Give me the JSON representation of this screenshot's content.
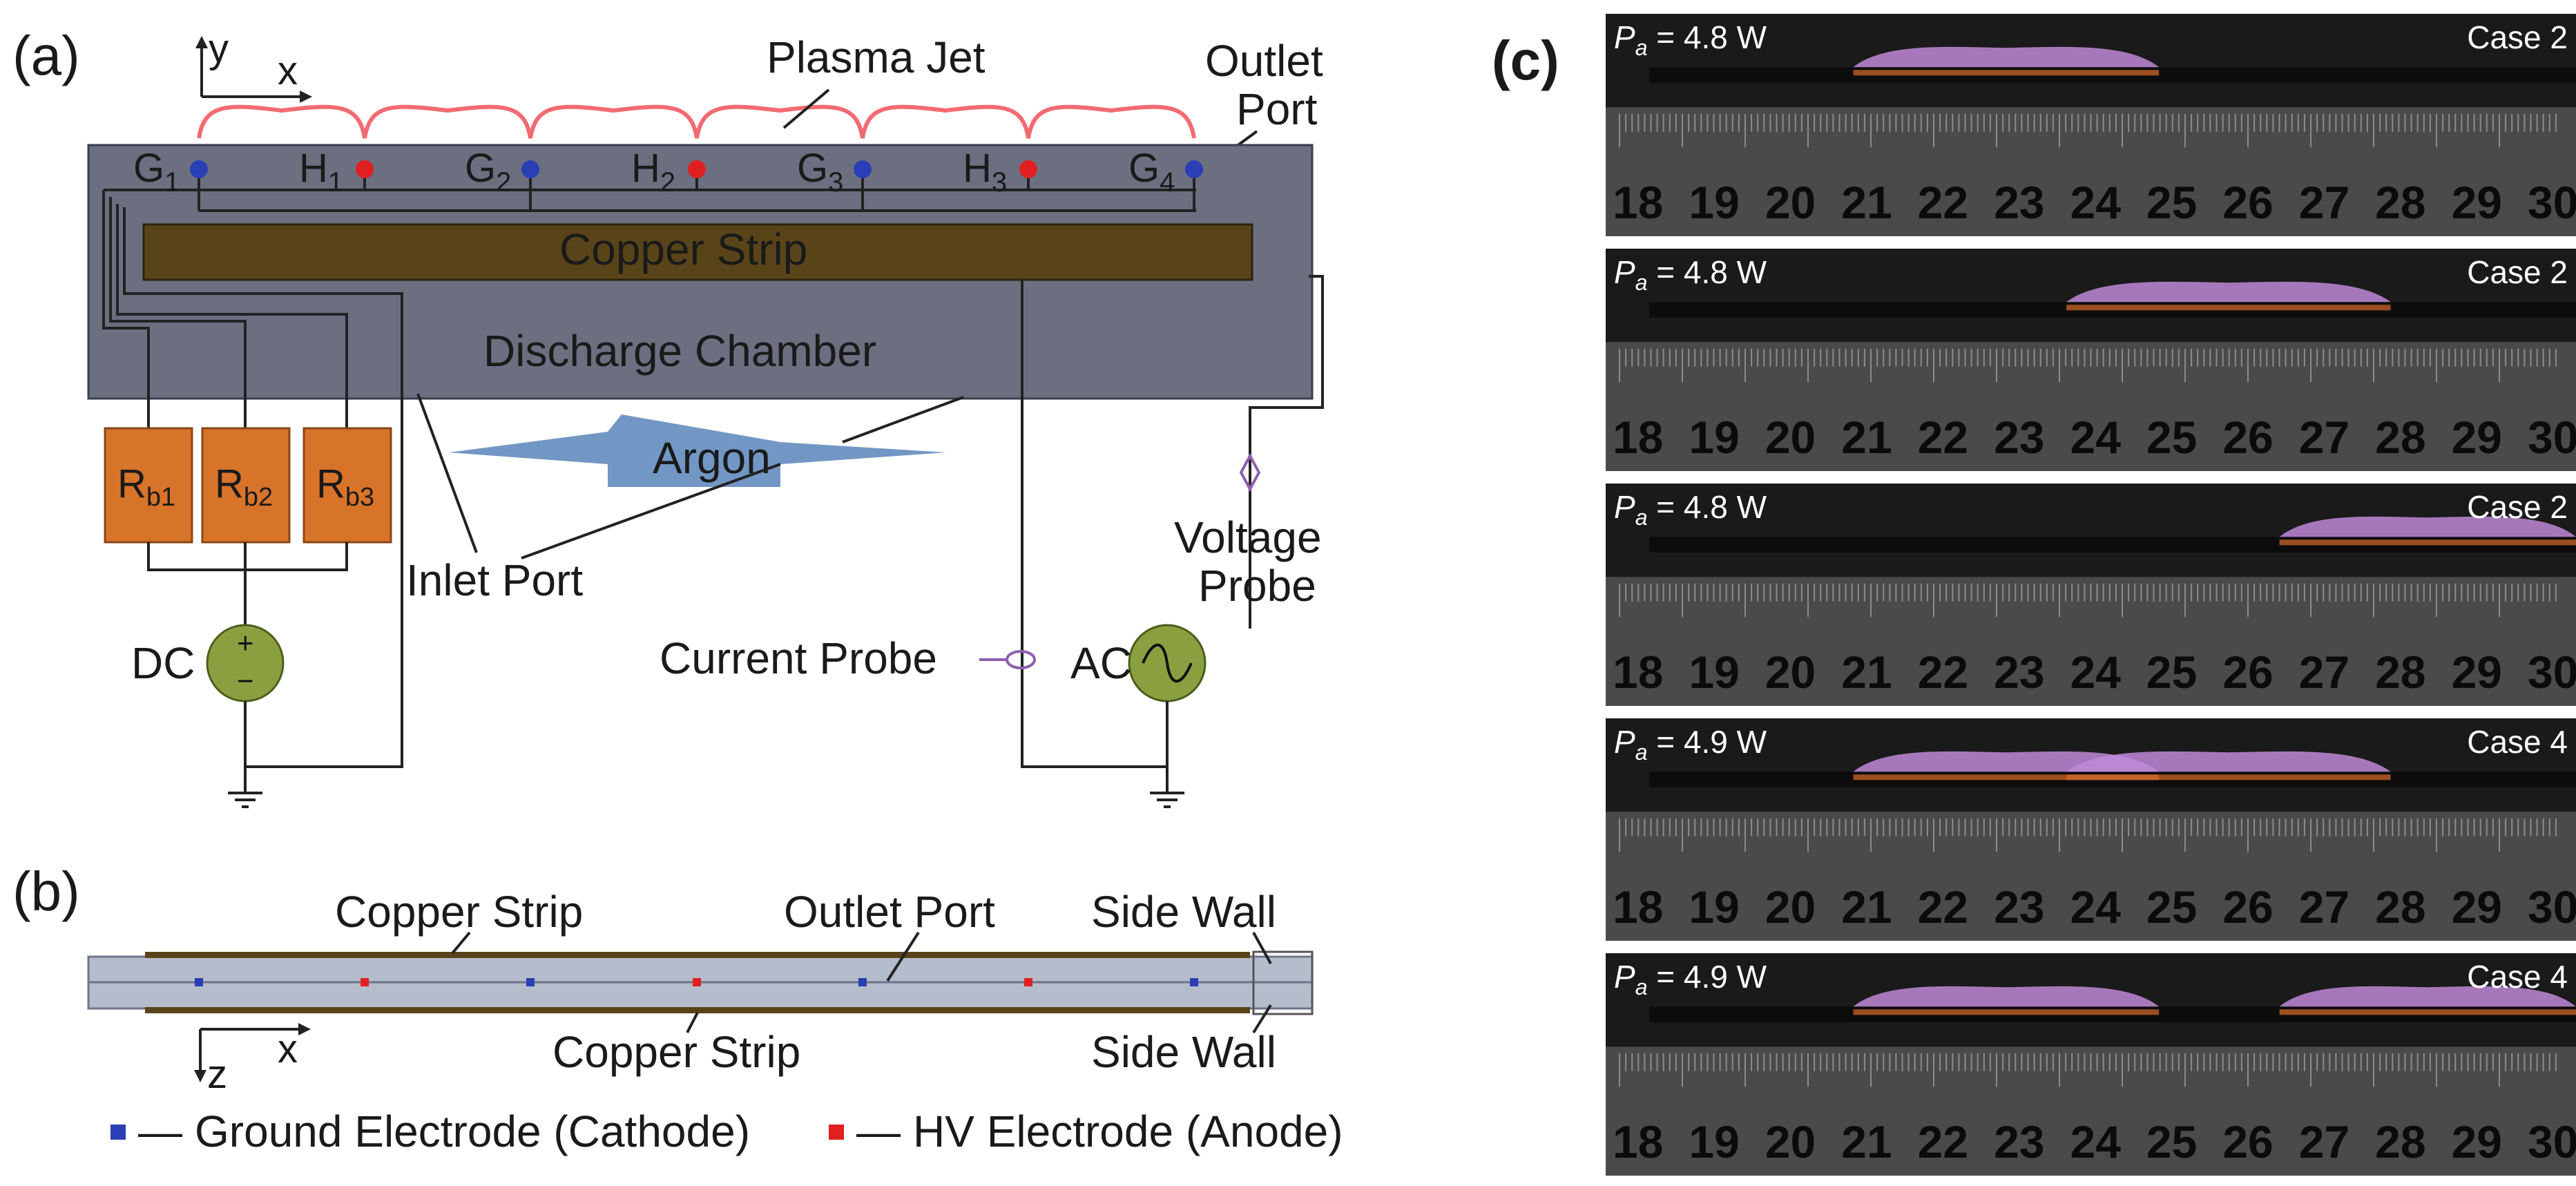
{
  "panels": {
    "a": {
      "label": "(a)",
      "axis_y": "y",
      "axis_x": "x",
      "plasma_jet": "Plasma Jet",
      "outlet_port": [
        "Outlet",
        "Port"
      ],
      "electrodes": [
        {
          "base": "G",
          "sub": "1",
          "color": "#2a3fb5",
          "type": "ground"
        },
        {
          "base": "H",
          "sub": "1",
          "color": "#e02020",
          "type": "hv"
        },
        {
          "base": "G",
          "sub": "2",
          "color": "#2a3fb5",
          "type": "ground"
        },
        {
          "base": "H",
          "sub": "2",
          "color": "#e02020",
          "type": "hv"
        },
        {
          "base": "G",
          "sub": "3",
          "color": "#2a3fb5",
          "type": "ground"
        },
        {
          "base": "H",
          "sub": "3",
          "color": "#e02020",
          "type": "hv"
        },
        {
          "base": "G",
          "sub": "4",
          "color": "#2a3fb5",
          "type": "ground"
        }
      ],
      "copper_strip": "Copper Strip",
      "discharge_chamber": "Discharge Chamber",
      "argon": "Argon",
      "resistors": [
        {
          "base": "R",
          "sub": "b1"
        },
        {
          "base": "R",
          "sub": "b2"
        },
        {
          "base": "R",
          "sub": "b3"
        }
      ],
      "inlet_port": "Inlet Port",
      "voltage_probe": [
        "Voltage",
        "Probe"
      ],
      "current_probe": "Current Probe",
      "dc_label": "DC",
      "ac_label": "AC",
      "dc_plus": "+",
      "dc_minus": "−"
    },
    "b": {
      "label": "(b)",
      "copper_strip_top": "Copper Strip",
      "outlet_port": "Outlet Port",
      "side_wall_top": "Side Wall",
      "copper_strip_bottom": "Copper Strip",
      "side_wall_bottom": "Side Wall",
      "axis_z": "z",
      "axis_x": "x",
      "legend": [
        {
          "label": "Ground Electrode (Cathode)",
          "color": "#2a3fb5"
        },
        {
          "label": "HV Electrode (Anode)",
          "color": "#e02020"
        }
      ],
      "legend_dash": "—"
    },
    "c": {
      "label": "(c)",
      "power_symbol": "P",
      "power_sub": "a",
      "ruler_numbers": [
        "18",
        "19",
        "20",
        "21",
        "22",
        "23",
        "24",
        "25",
        "26",
        "27",
        "28",
        "29",
        "30"
      ],
      "photos": [
        {
          "power": " = 4.8 W",
          "case": "Case 2",
          "jets": [
            [
              0.22,
              0.55
            ]
          ]
        },
        {
          "power": " = 4.8 W",
          "case": "Case 2",
          "jets": [
            [
              0.45,
              0.8
            ]
          ]
        },
        {
          "power": " = 4.8 W",
          "case": "Case 2",
          "jets": [
            [
              0.68,
              1.0
            ]
          ]
        },
        {
          "power": " = 4.9 W",
          "case": "Case 4",
          "jets": [
            [
              0.22,
              0.55
            ],
            [
              0.45,
              0.8
            ]
          ]
        },
        {
          "power": " = 4.9 W",
          "case": "Case 4",
          "jets": [
            [
              0.22,
              0.55
            ],
            [
              0.68,
              1.0
            ]
          ]
        }
      ]
    }
  },
  "colors": {
    "chamber": "#6c6f80",
    "copper": "#594419",
    "resistor": "#d8732a",
    "source": "#8aa040",
    "plasma": "#f26b72",
    "argon": "#4a7ab3",
    "probe": "#8e5fb0",
    "tube": "#b5bccc"
  }
}
